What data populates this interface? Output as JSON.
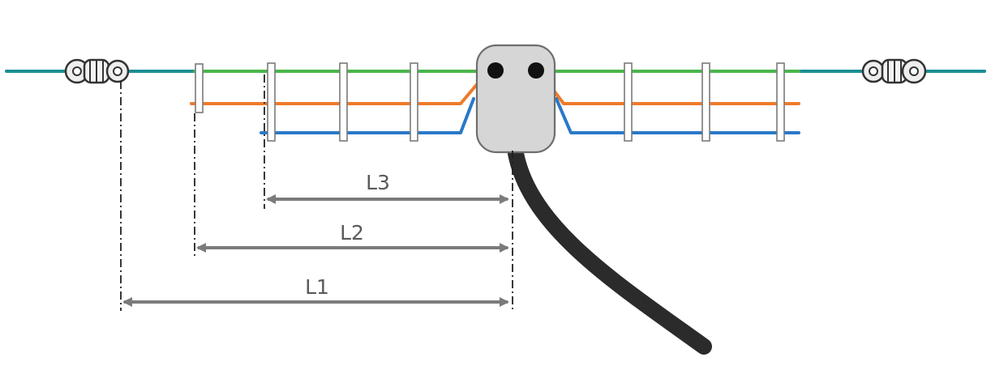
{
  "dimensions": [
    {
      "id": "L3",
      "label": "L3"
    },
    {
      "id": "L2",
      "label": "L2"
    },
    {
      "id": "L1",
      "label": "L1"
    }
  ],
  "colors": {
    "background": "#ffffff",
    "messenger_wire": "#1a8f94",
    "conductor_top": "#49b649",
    "conductor_middle": "#ee7a2a",
    "conductor_bottom": "#2a78c8",
    "spacer_clip": "#ffffff",
    "spacer_outline": "#7a7a7a",
    "splice_box_fill": "#d6d6d6",
    "splice_box_outline": "#6e6e6e",
    "drop_cable": "#2b2b2b",
    "dimension_line": "#7b7b7b",
    "dimension_text": "#5a5a5a",
    "extension_line": "#222222"
  },
  "icons": [
    "dead-end-grip-left-icon",
    "dead-end-grip-right-icon"
  ]
}
